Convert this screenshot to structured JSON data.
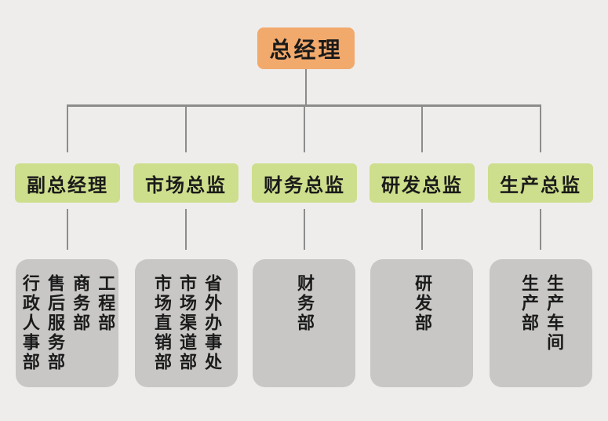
{
  "colors": {
    "background": "#EEEDEB",
    "root_fill": "#F1A96C",
    "director_fill": "#CDDE8C",
    "department_fill": "#C8C7C5",
    "line": "#8C8C8C",
    "text": "#1A1A1A"
  },
  "chart": {
    "type": "org-chart",
    "root": {
      "label": "总经理"
    },
    "branches": [
      {
        "label": "副总经理",
        "departments": [
          "工程部",
          "商务部",
          "售后服务部",
          "行政人事部"
        ]
      },
      {
        "label": "市场总监",
        "departments": [
          "省外办事处",
          "市场渠道部",
          "市场直销部"
        ]
      },
      {
        "label": "财务总监",
        "departments": [
          "财务部"
        ]
      },
      {
        "label": "研发总监",
        "departments": [
          "研发部"
        ]
      },
      {
        "label": "生产总监",
        "departments": [
          "生产车间",
          "生产部"
        ]
      }
    ]
  }
}
